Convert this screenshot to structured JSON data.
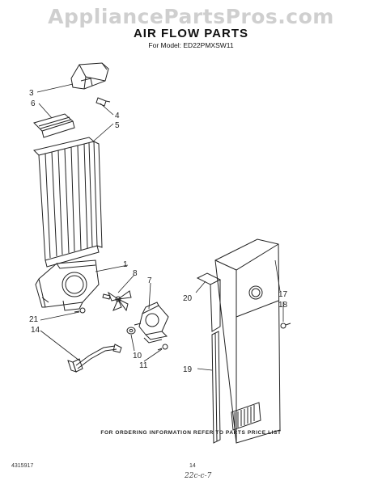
{
  "watermark": "AppliancePartsPros.com",
  "title": "AIR FLOW PARTS",
  "subtitle": "For Model: ED22PMXSW11",
  "footer": "FOR ORDERING INFORMATION REFER TO PARTS PRICE LIST",
  "doc_number": "4315917",
  "page_number": "14",
  "handwritten_note": "22c-c-7",
  "callouts": {
    "c1": "1",
    "c3": "3",
    "c4": "4",
    "c5": "5",
    "c6": "6",
    "c7": "7",
    "c8": "8",
    "c10": "10",
    "c11": "11",
    "c14": "14",
    "c17": "17",
    "c18": "18",
    "c19": "19",
    "c20": "20",
    "c21": "21"
  }
}
